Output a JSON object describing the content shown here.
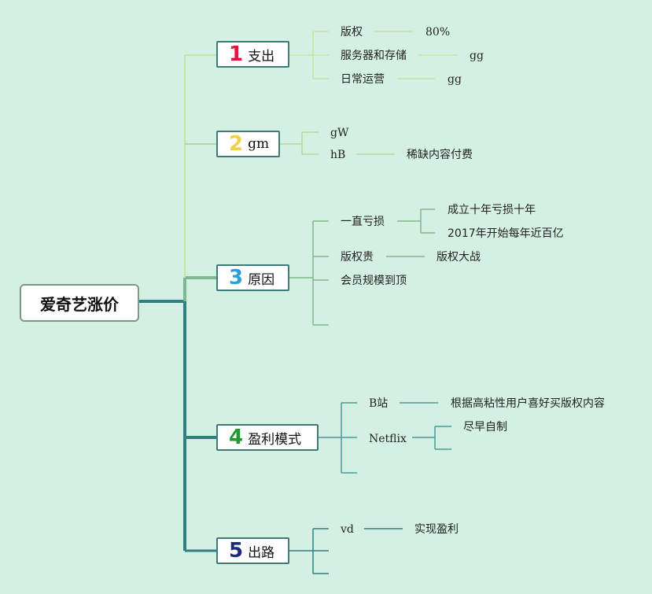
{
  "root": {
    "label": "爱奇艺涨价"
  },
  "branches": [
    {
      "number": "1",
      "label": "支出",
      "number_color": "#e0173c"
    },
    {
      "number": "2",
      "label": "gm",
      "number_color": "#f0d24a"
    },
    {
      "number": "3",
      "label": "原因",
      "number_color": "#2a9fd8"
    },
    {
      "number": "4",
      "label": "盈利模式",
      "number_color": "#1e9a2e"
    },
    {
      "number": "5",
      "label": "出路",
      "number_color": "#1b2a7a"
    }
  ],
  "b1": {
    "items": [
      {
        "label": "版权",
        "value": "80%"
      },
      {
        "label": "服务器和存储",
        "value": "gg"
      },
      {
        "label": "日常运营",
        "value": "gg"
      }
    ]
  },
  "b2": {
    "items": [
      {
        "label": "gW"
      },
      {
        "label": "hB",
        "value": "稀缺内容付费"
      }
    ]
  },
  "b3": {
    "loss": {
      "label": "一直亏损",
      "children": [
        "成立十年亏损十年",
        "2017年开始每年近百亿"
      ]
    },
    "copyright": {
      "label": "版权贵",
      "value": "版权大战"
    },
    "members": {
      "label": "会员规模到顶"
    }
  },
  "b4": {
    "bili": {
      "label": "B站",
      "value": "根据高粘性用户喜好买版权内容"
    },
    "netflix": {
      "label": "Netflix",
      "value": "尽早自制"
    }
  },
  "b5": {
    "vd": {
      "label": "vd",
      "value": "实现盈利"
    }
  },
  "colors": {
    "background": "#d4f0e2",
    "branch1_line": "#c5e3a5",
    "branch2_line": "#b5d898",
    "branch3_line": "#7fb890",
    "branch4_line": "#4a9a9a",
    "branch5_line": "#2f8080",
    "trunk": "#2f8080"
  }
}
